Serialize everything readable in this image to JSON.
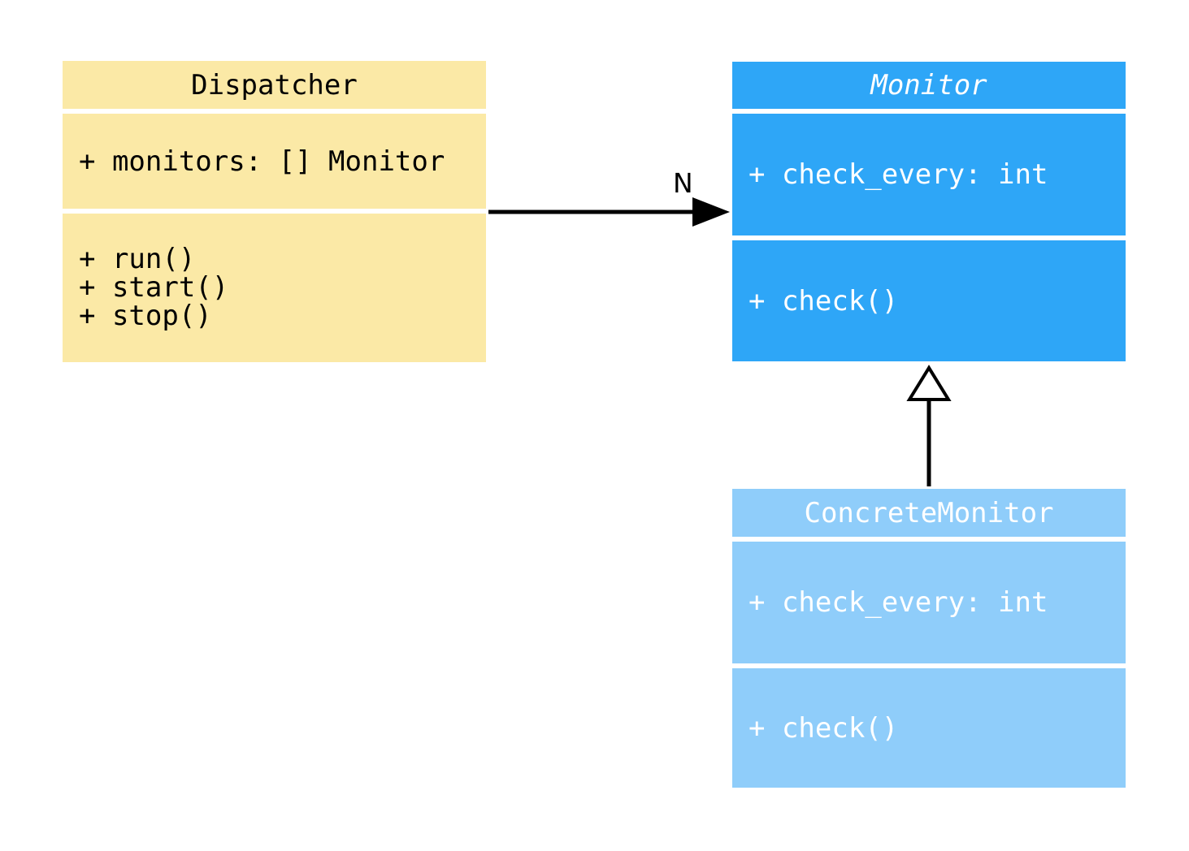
{
  "diagram": {
    "kind": "uml-class-diagram",
    "background": "#ffffff",
    "connector_color": "#000000",
    "classes": [
      {
        "name": "Dispatcher",
        "name_style": "normal",
        "fill": "#FBE9A6",
        "text_color": "#000000",
        "attributes": [
          "+ monitors: [] Monitor"
        ],
        "methods": [
          "+ run()",
          "+ start()",
          "+ stop()"
        ]
      },
      {
        "name": "Monitor",
        "name_style": "italic",
        "fill": "#2EA6F7",
        "text_color": "#ffffff",
        "attributes": [
          "+ check_every: int"
        ],
        "methods": [
          "+ check()"
        ]
      },
      {
        "name": "ConcreteMonitor",
        "name_style": "normal",
        "fill": "#8FCDFA",
        "text_color": "#ffffff",
        "attributes": [
          "+ check_every: int"
        ],
        "methods": [
          "+ check()"
        ]
      }
    ],
    "relations": [
      {
        "type": "association",
        "from": "Dispatcher",
        "to": "Monitor",
        "label": "N"
      },
      {
        "type": "generalization",
        "from": "ConcreteMonitor",
        "to": "Monitor",
        "label": ""
      }
    ]
  }
}
